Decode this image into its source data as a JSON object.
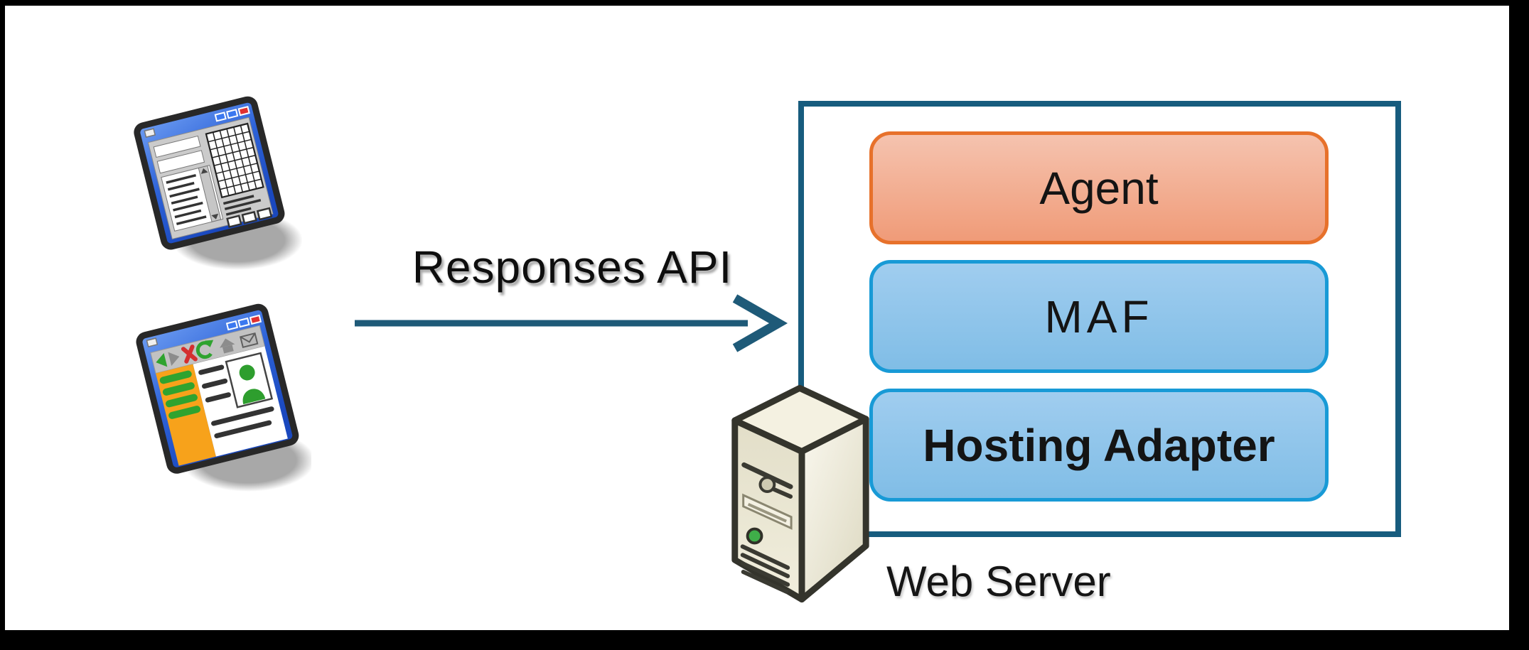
{
  "diagram": {
    "flow_label": "Responses API",
    "arrow": {
      "direction": "right",
      "from": "client-apps",
      "to": "web-server"
    },
    "clients": [
      {
        "icon": "app-window-icon"
      },
      {
        "icon": "web-page-icon"
      }
    ],
    "server_group": {
      "label": "Web Server",
      "icon": "server-tower-icon",
      "layers": [
        {
          "label": "Agent",
          "style": "orange"
        },
        {
          "label": "MAF",
          "style": "blue"
        },
        {
          "label": "Hosting Adapter",
          "style": "blue",
          "emphasis": "bold"
        }
      ]
    }
  },
  "colors": {
    "frame": "#000000",
    "canvas": "#FFFFFF",
    "teal": "#175C7E",
    "orange_border": "#E7712B",
    "orange_fill_top": "#F5C3AF",
    "orange_fill_bottom": "#F09B78",
    "blue_border": "#189AD6",
    "blue_fill_top": "#A0CDEF",
    "blue_fill_bottom": "#80BDE6",
    "text": "#121212"
  }
}
